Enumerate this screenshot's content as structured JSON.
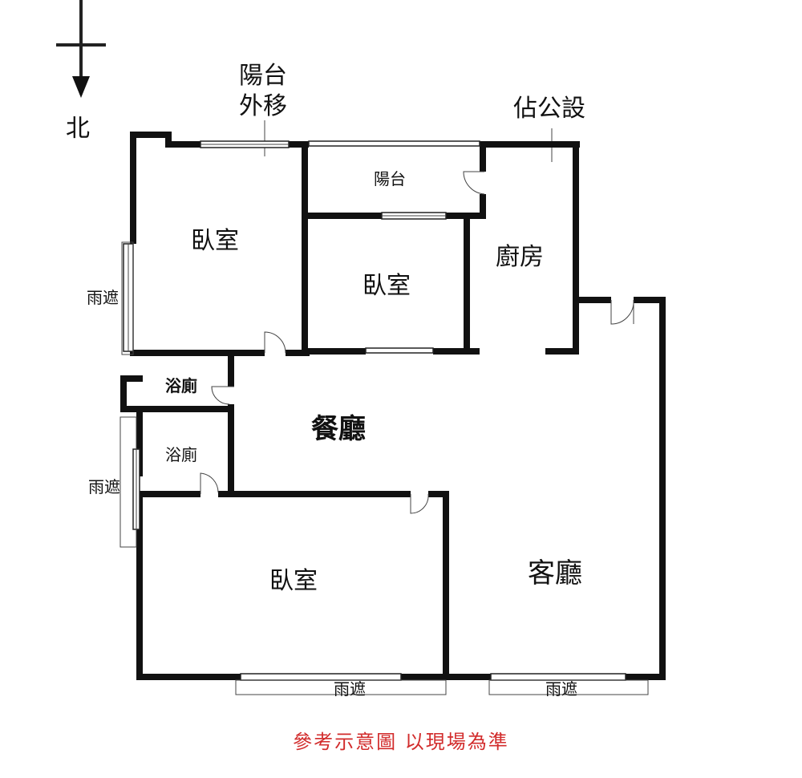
{
  "compass": {
    "north_label": "北"
  },
  "annotations": {
    "balcony_moved_line1": "陽台",
    "balcony_moved_line2": "外移",
    "public_facility": "佔公設"
  },
  "rooms": {
    "bedroom_nw": "臥室",
    "balcony": "陽台",
    "bedroom_center": "臥室",
    "kitchen": "廚房",
    "bath_upper": "浴廁",
    "bath_lower": "浴廁",
    "dining": "餐廳",
    "bedroom_south": "臥室",
    "living": "客廳"
  },
  "awnings": {
    "west_upper": "雨遮",
    "west_lower": "雨遮",
    "south_left": "雨遮",
    "south_right": "雨遮"
  },
  "disclaimer": "參考示意圖 以現場為準",
  "colors": {
    "walls": "#111111",
    "disclaimer": "#d22c2c"
  }
}
